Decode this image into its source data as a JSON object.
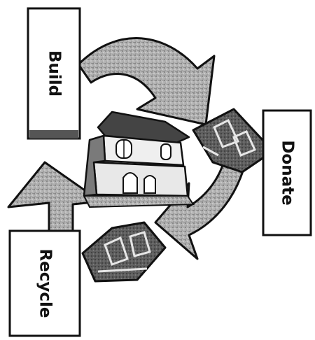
{
  "diagram": {
    "labels": {
      "build": "Build",
      "donate": "Donate",
      "recycle": "Recycle"
    },
    "colors": {
      "ink": "#111111",
      "arrow_fill": "#a9a9a9",
      "box_fill": "#ffffff",
      "block_fill": "#6e6e6e",
      "house_wall": "#eeeeee"
    },
    "icons": [
      "house-icon",
      "building-blocks-icon",
      "cycle-arrows"
    ]
  }
}
